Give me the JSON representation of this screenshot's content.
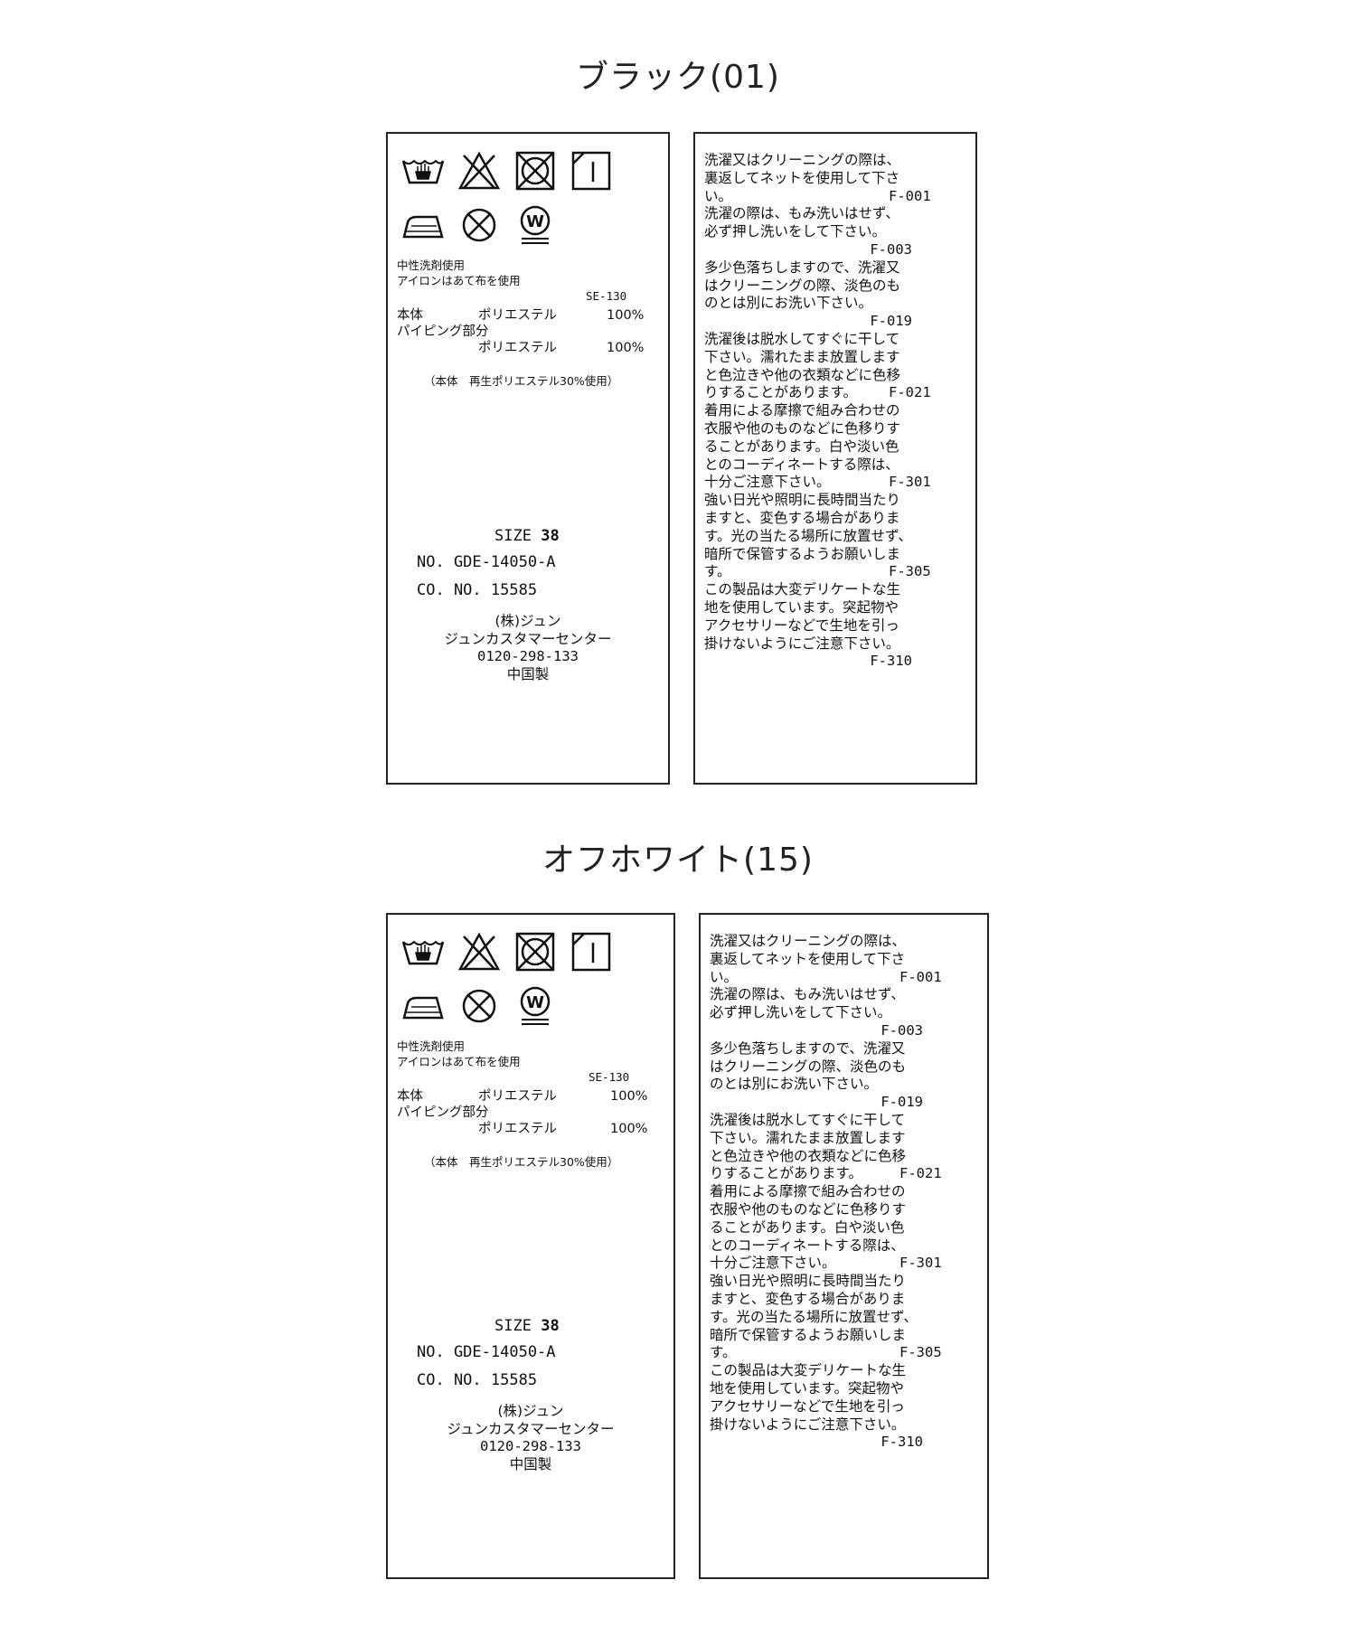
{
  "sections": [
    {
      "title": "ブラック(01)",
      "care_icons": [
        "hand-wash-icon",
        "no-bleach-icon",
        "no-tumble-dry-icon",
        "line-dry-shade-icon",
        "iron-low-icon",
        "no-dry-clean-icon",
        "wet-clean-icon"
      ],
      "notes": [
        "中性洗剤使用",
        "アイロンはあて布を使用"
      ],
      "code": "SE-130",
      "fiber": [
        {
          "part": "本体",
          "material": "ポリエステル",
          "pct": "100%"
        },
        {
          "part": "パイピング部分",
          "material": "ポリエステル",
          "pct": "100%"
        }
      ],
      "recycled": "（本体　再生ポリエステル30%使用）",
      "size_label": "SIZE",
      "size_value": "38",
      "no": "NO. GDE-14050-A",
      "co": "CO. NO.  15585",
      "maker": [
        "(株)ジュン",
        "ジュンカスタマーセンター",
        "0120-298-133",
        "中国製"
      ]
    },
    {
      "title": "オフホワイト(15)",
      "care_icons": [
        "hand-wash-icon",
        "no-bleach-icon",
        "no-tumble-dry-icon",
        "line-dry-shade-icon",
        "iron-low-icon",
        "no-dry-clean-icon",
        "wet-clean-icon"
      ],
      "notes": [
        "中性洗剤使用",
        "アイロンはあて布を使用"
      ],
      "code": "SE-130",
      "fiber": [
        {
          "part": "本体",
          "material": "ポリエステル",
          "pct": "100%"
        },
        {
          "part": "パイピング部分",
          "material": "ポリエステル",
          "pct": "100%"
        }
      ],
      "recycled": "（本体　再生ポリエステル30%使用）",
      "size_label": "SIZE",
      "size_value": "38",
      "no": "NO. GDE-14050-A",
      "co": "CO. NO.  15585",
      "maker": [
        "(株)ジュン",
        "ジュンカスタマーセンター",
        "0120-298-133",
        "中国製"
      ]
    }
  ],
  "care_lines": [
    "洗濯又はクリーニングの際は、",
    "裏返してネットを使用して下さ",
    "い。",
    "洗濯の際は、もみ洗いはせず、",
    "必ず押し洗いをして下さい。",
    "多少色落ちしますので、洗濯又",
    "はクリーニングの際、淡色のも",
    "のとは別にお洗い下さい。",
    "洗濯後は脱水してすぐに干して",
    "下さい。濡れたまま放置します",
    "と色泣きや他の衣類などに色移",
    "りすることがあります。",
    "着用による摩擦で組み合わせの",
    "衣服や他のものなどに色移りす",
    "ることがあります。白や淡い色",
    "とのコーディネートする際は、",
    "十分ご注意下さい。",
    "強い日光や照明に長時間当たり",
    "ますと、変色する場合がありま",
    "す。光の当たる場所に放置せず、",
    "暗所で保管するようお願いしま",
    "す。",
    "この製品は大変デリケートな生",
    "地を使用しています。突起物や",
    "アクセサリーなどで生地を引っ",
    "掛けないようにご注意下さい。"
  ],
  "care_codes": [
    "F-001",
    "F-003",
    "F-019",
    "F-021",
    "F-301",
    "F-305",
    "F-310"
  ]
}
